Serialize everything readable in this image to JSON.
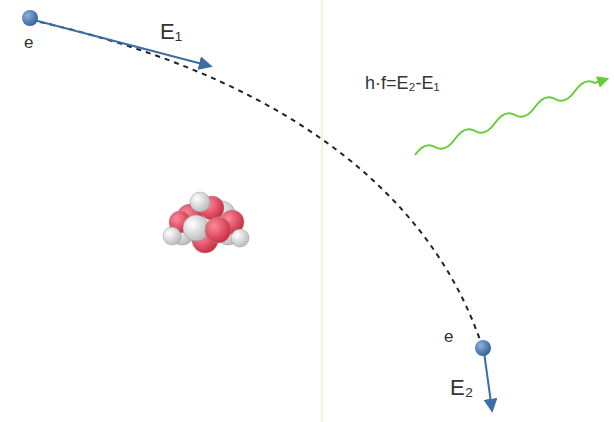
{
  "diagram": {
    "labels": [
      "e",
      "E₁",
      "h·f=E₂-E₁",
      "e",
      "E₂"
    ]
  }
}
